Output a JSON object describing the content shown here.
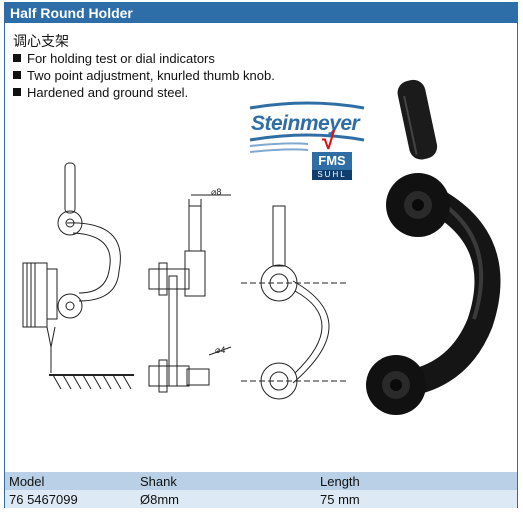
{
  "header": {
    "title": "Half Round Holder"
  },
  "description": {
    "chinese_name": "调心支架",
    "features": [
      "For holding test or dial indicators",
      "Two point adjustment, knurled thumb knob.",
      "Hardened and ground steel."
    ]
  },
  "logo": {
    "brand": "Steinmeyer",
    "sub": "FMS",
    "region": "SUHL",
    "check": "√"
  },
  "drawing": {
    "dim_shank": "⌀8",
    "dim_hole": "⌀4"
  },
  "table": {
    "headers": [
      "Model",
      "Shank",
      "Length"
    ],
    "rows": [
      [
        "76 5467099",
        "Ø8mm",
        "75 mm"
      ]
    ]
  },
  "colors": {
    "accent": "#2d6ea8",
    "header_row": "#b9d0e6",
    "data_row": "#dde9f4"
  }
}
